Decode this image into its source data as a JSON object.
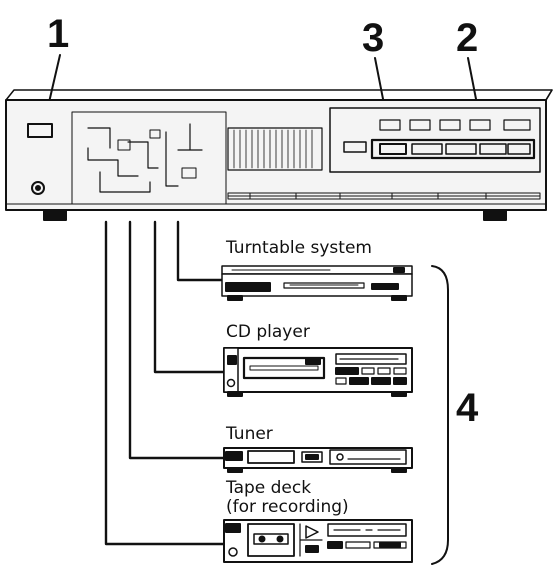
{
  "callouts": {
    "c1": "1",
    "c2": "2",
    "c3": "3",
    "c4": "4"
  },
  "devices": [
    {
      "label": "Turntable system",
      "icon": "turntable-icon"
    },
    {
      "label": "CD player",
      "icon": "cd-player-icon"
    },
    {
      "label": "Tuner",
      "icon": "tuner-icon"
    },
    {
      "label": "Tape deck",
      "label2": "(for recording)",
      "icon": "tape-deck-icon"
    }
  ],
  "colors": {
    "ink": "#111111",
    "panel": "#f2f2f2",
    "paper": "#ffffff"
  }
}
